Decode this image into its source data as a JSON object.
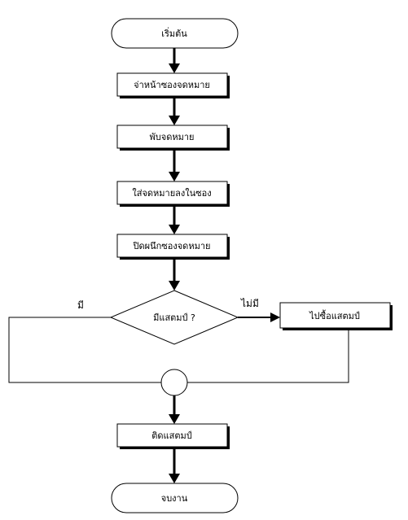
{
  "diagram": {
    "nodes": {
      "start": "เริ่มต้น",
      "step1": "จ่าหน้าซองจดหมาย",
      "step2": "พับจดหมาย",
      "step3": "ใส่จดหมายลงในซอง",
      "step4": "ปิดผนึกซองจดหมาย",
      "decision": "มีแสตมป์ ?",
      "buy_stamp": "ไปซื้อแสตมป์",
      "affix_stamp": "ติดแสตมป์",
      "end": "จบงาน"
    },
    "edge_labels": {
      "yes": "มี",
      "no": "ไม่มี"
    }
  }
}
